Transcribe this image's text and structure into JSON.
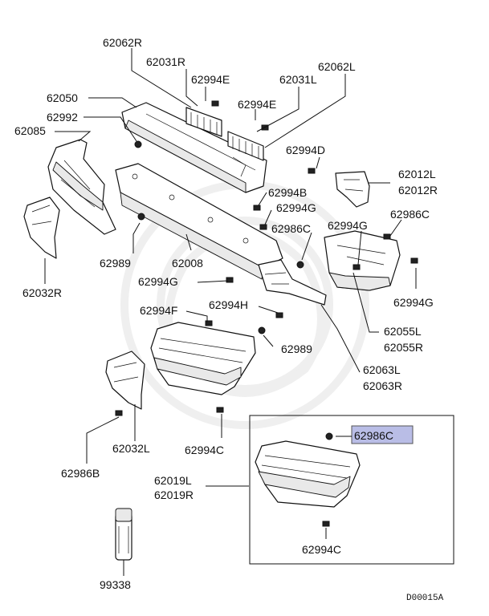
{
  "diagram": {
    "labels": {
      "l_62062R": "62062R",
      "l_62031R": "62031R",
      "l_62994E_a": "62994E",
      "l_62031L": "62031L",
      "l_62062L": "62062L",
      "l_62050": "62050",
      "l_62994E_b": "62994E",
      "l_62992": "62992",
      "l_62085": "62085",
      "l_62994D": "62994D",
      "l_62012L": "62012L",
      "l_62012R": "62012R",
      "l_62994B": "62994B",
      "l_62994G_a": "62994G",
      "l_62986C_a": "62986C",
      "l_62986C_b": "62986C",
      "l_62994G_b": "62994G",
      "l_62989_a": "62989",
      "l_62008": "62008",
      "l_62032R": "62032R",
      "l_62994G_c": "62994G",
      "l_62994G_d": "62994G",
      "l_62994F": "62994F",
      "l_62994H": "62994H",
      "l_62989_b": "62989",
      "l_62055L": "62055L",
      "l_62055R": "62055R",
      "l_62063L": "62063L",
      "l_62063R": "62063R",
      "l_62032L": "62032L",
      "l_62994C_a": "62994C",
      "l_62986C_hl": "62986C",
      "l_62986B": "62986B",
      "l_62019L": "62019L",
      "l_62019R": "62019R",
      "l_62994C_b": "62994C",
      "l_99338": "99338"
    },
    "diagram_code": "D00015A",
    "highlight_color": "#b9bde6"
  }
}
